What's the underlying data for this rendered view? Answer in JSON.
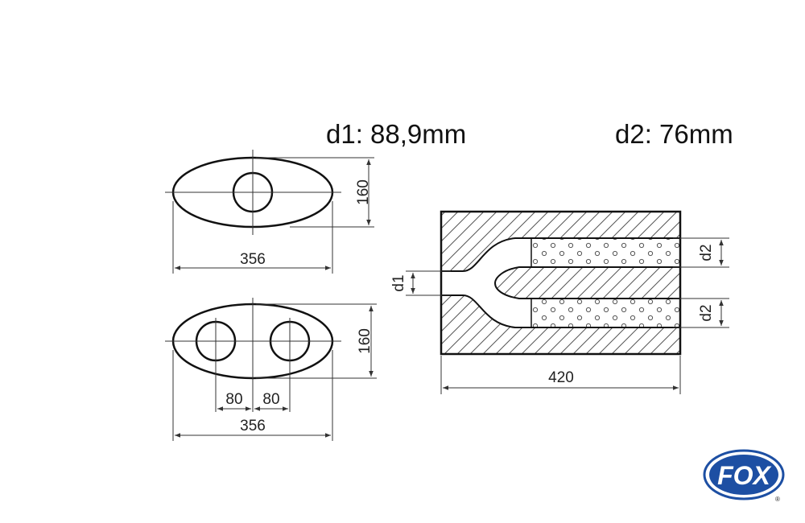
{
  "header": {
    "d1_text": "d1: 88,9mm",
    "d2_text": "d2: 76mm"
  },
  "top_view": {
    "height_label": "160",
    "width_label": "356"
  },
  "bottom_view": {
    "height_label": "160",
    "spacing_left_label": "80",
    "spacing_right_label": "80",
    "width_label": "356"
  },
  "section_view": {
    "inlet_label": "d1",
    "outlet_upper_label": "d2",
    "outlet_lower_label": "d2",
    "length_label": "420"
  },
  "logo": {
    "text": "FOX",
    "mark": "®",
    "color": "#1d4fa3"
  }
}
